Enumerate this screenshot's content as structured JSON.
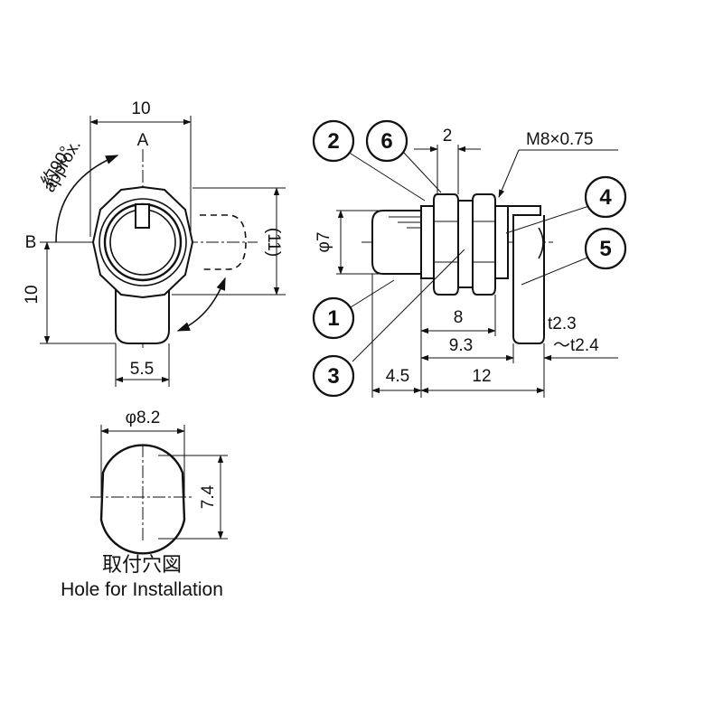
{
  "front_view": {
    "dim_top": "10",
    "label_a": "A",
    "label_b": "B",
    "rotation_en": "approx.",
    "rotation_jp": "約90°",
    "dim_right": "(11)",
    "dim_left": "10",
    "dim_bottom": "5.5"
  },
  "side_view": {
    "dim_diameter": "φ7",
    "dim_2": "2",
    "dim_thread": "M8×0.75",
    "dim_8": "8",
    "dim_9_3": "9.3",
    "dim_4_5": "4.5",
    "dim_12": "12",
    "dim_t_a": "t2.3",
    "dim_t_b": "～t2.4",
    "parts": [
      "1",
      "2",
      "3",
      "4",
      "5",
      "6"
    ]
  },
  "hole_view": {
    "dim_width": "φ8.2",
    "dim_height": "7.4",
    "caption_jp": "取付穴図",
    "caption_en": "Hole for Installation"
  }
}
